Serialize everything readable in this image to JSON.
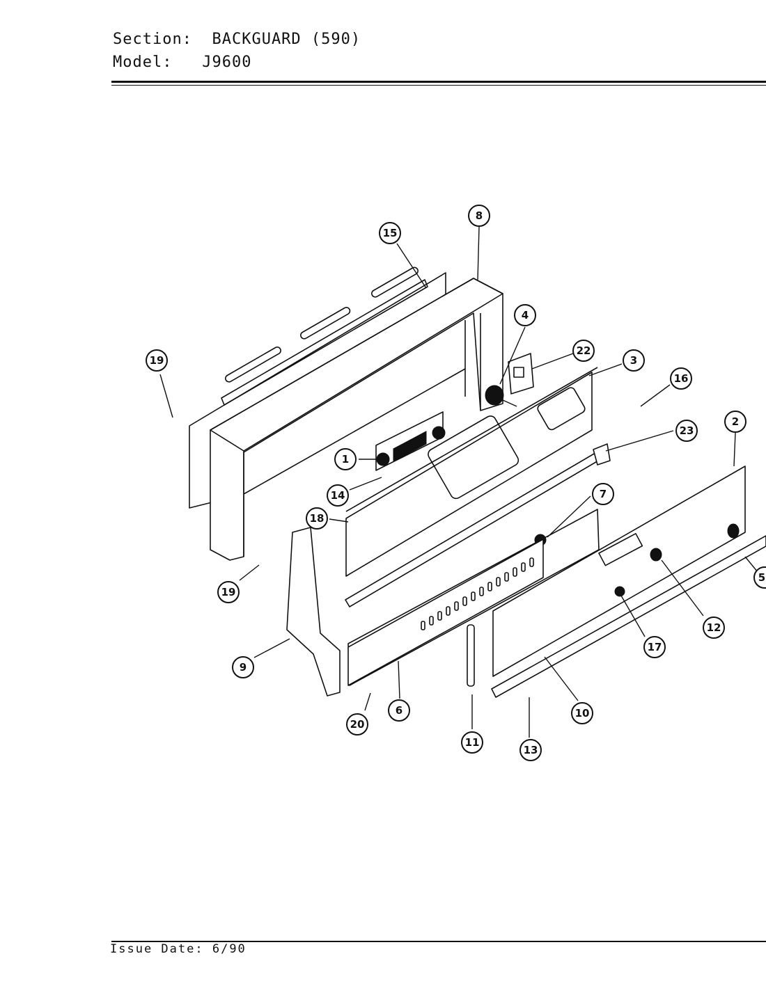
{
  "header": {
    "section_label": "Section:",
    "section_value": "BACKGUARD (590)",
    "model_label": "Model:",
    "model_value": "J9600"
  },
  "footer": {
    "issue_label": "Issue Date:",
    "issue_value": "6/90"
  },
  "callouts": [
    "15",
    "8",
    "4",
    "22",
    "3",
    "16",
    "19",
    "1",
    "23",
    "2",
    "14",
    "7",
    "18",
    "5",
    "19",
    "12",
    "17",
    "9",
    "10",
    "20",
    "6",
    "11",
    "13"
  ]
}
